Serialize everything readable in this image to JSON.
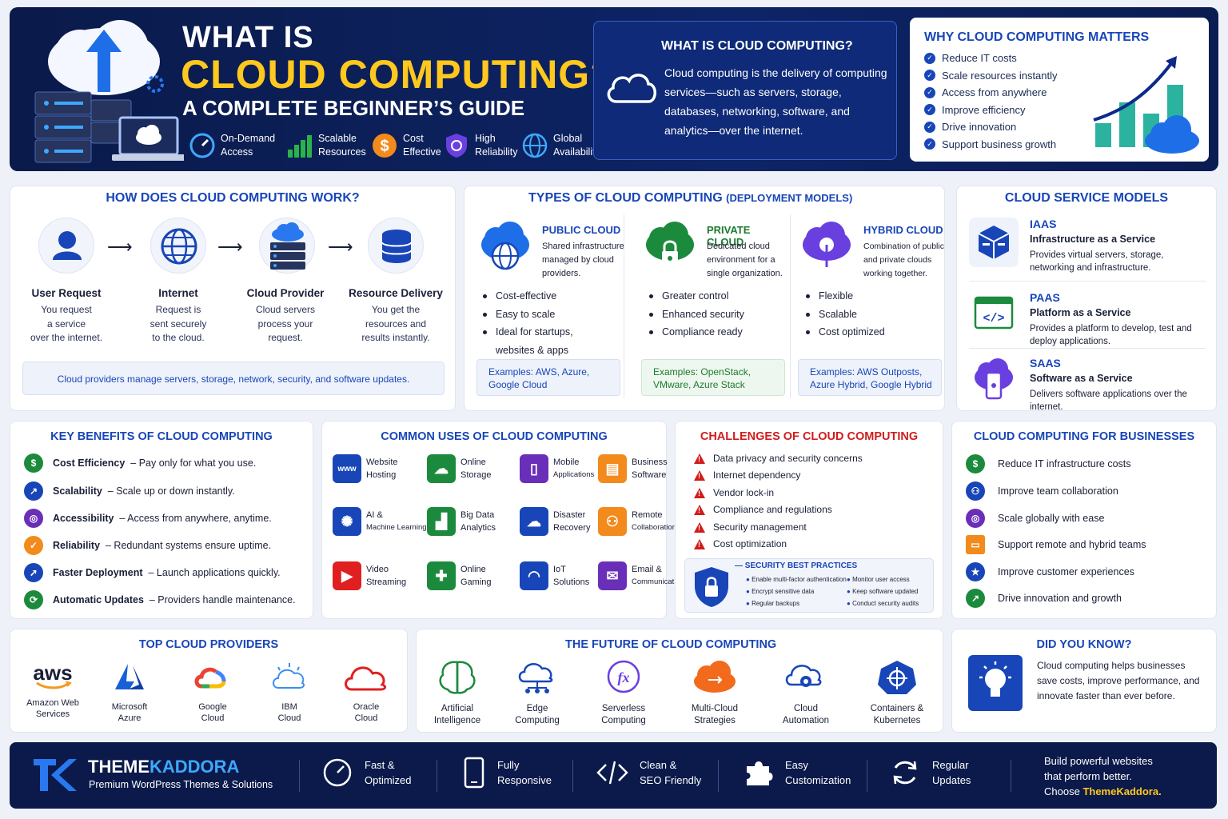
{
  "hero": {
    "title_line1": "WHAT IS",
    "title_line2": "CLOUD COMPUTING?",
    "subtitle": "A COMPLETE BEGINNER’S GUIDE",
    "features": [
      {
        "l1": "On-Demand",
        "l2": "Access",
        "icon": "speedometer-icon"
      },
      {
        "l1": "Scalable",
        "l2": "Resources",
        "icon": "bar-chart-icon"
      },
      {
        "l1": "Cost",
        "l2": "Effective",
        "icon": "dollar-icon"
      },
      {
        "l1": "High",
        "l2": "Reliability",
        "icon": "shield-icon"
      },
      {
        "l1": "Global",
        "l2": "Availability",
        "icon": "globe-icon"
      }
    ],
    "what_title": "WHAT IS CLOUD COMPUTING?",
    "what_text": "Cloud computing is the delivery of computing services—such as servers, storage, databases, networking, software, and analytics—over the internet.",
    "why_title": "WHY CLOUD COMPUTING MATTERS",
    "why_items": [
      "Reduce IT costs",
      "Scale resources instantly",
      "Access from anywhere",
      "Improve efficiency",
      "Drive innovation",
      "Support business growth"
    ]
  },
  "how": {
    "title": "HOW DOES CLOUD COMPUTING WORK?",
    "steps": [
      {
        "title": "User Request",
        "l1": "You request",
        "l2": "a service",
        "l3": "over the internet."
      },
      {
        "title": "Internet",
        "l1": "Request is",
        "l2": "sent securely",
        "l3": "to the cloud."
      },
      {
        "title": "Cloud Provider",
        "l1": "Cloud servers",
        "l2": "process your",
        "l3": "request."
      },
      {
        "title": "Resource Delivery",
        "l1": "You get the",
        "l2": "resources and",
        "l3": "results instantly."
      }
    ],
    "note": "Cloud providers manage servers, storage, network, security, and software updates."
  },
  "types": {
    "title": "TYPES OF CLOUD COMPUTING",
    "title_suffix": "(DEPLOYMENT MODELS)",
    "models": [
      {
        "name": "PUBLIC CLOUD",
        "desc": "Shared infrastructure managed by cloud providers.",
        "items": [
          "Cost-effective",
          "Easy to scale",
          "Ideal for startups, websites & apps"
        ],
        "examples": "Examples: AWS, Azure, Google Cloud",
        "color": "#1846b8"
      },
      {
        "name": "PRIVATE CLOUD",
        "desc": "Dedicated cloud environment for a single organization.",
        "items": [
          "Greater control",
          "Enhanced security",
          "Compliance ready"
        ],
        "examples": "Examples: OpenStack, VMware, Azure Stack",
        "color": "#1c7a2e"
      },
      {
        "name": "HYBRID CLOUD",
        "desc": "Combination of public and private clouds working together.",
        "items": [
          "Flexible",
          "Scalable",
          "Cost optimized"
        ],
        "examples": "Examples: AWS Outposts, Azure Hybrid, Google Hybrid",
        "color": "#1846b8"
      }
    ]
  },
  "service": {
    "title": "CLOUD SERVICE MODELS",
    "models": [
      {
        "name": "IAAS",
        "full": "Infrastructure as a Service",
        "desc": "Provides virtual servers, storage, networking and infrastructure."
      },
      {
        "name": "PAAS",
        "full": "Platform as a Service",
        "desc": "Provides a platform to develop, test and deploy applications."
      },
      {
        "name": "SAAS",
        "full": "Software as a Service",
        "desc": "Delivers software applications over the internet."
      }
    ]
  },
  "benefits": {
    "title": "KEY BENEFITS OF CLOUD COMPUTING",
    "items": [
      {
        "name": "Cost Efficiency",
        "desc": "– Pay only for what you use.",
        "color": "#1c8a3c"
      },
      {
        "name": "Scalability",
        "desc": "– Scale up or down instantly.",
        "color": "#1846b8"
      },
      {
        "name": "Accessibility",
        "desc": "– Access from anywhere, anytime.",
        "color": "#6a2fb8"
      },
      {
        "name": "Reliability",
        "desc": "– Redundant systems ensure uptime.",
        "color": "#f28a1c"
      },
      {
        "name": "Faster Deployment",
        "desc": "– Launch applications quickly.",
        "color": "#1846b8"
      },
      {
        "name": "Automatic Updates",
        "desc": "– Providers handle maintenance.",
        "color": "#1c8a3c"
      }
    ]
  },
  "uses": {
    "title": "COMMON USES OF CLOUD COMPUTING",
    "items": [
      {
        "l1": "Website",
        "l2": "Hosting",
        "icon": "www-icon",
        "color": "#1846b8"
      },
      {
        "l1": "Online",
        "l2": "Storage",
        "icon": "cloud-upload-icon",
        "color": "#1c8a3c"
      },
      {
        "l1": "Mobile",
        "l2": "Applications",
        "icon": "mobile-icon",
        "color": "#6a2fb8"
      },
      {
        "l1": "Business",
        "l2": "Software",
        "icon": "document-icon",
        "color": "#f28a1c"
      },
      {
        "l1": "AI &",
        "l2": "Machine Learning",
        "icon": "brain-icon",
        "color": "#1846b8"
      },
      {
        "l1": "Big Data",
        "l2": "Analytics",
        "icon": "chart-icon",
        "color": "#1c8a3c"
      },
      {
        "l1": "Disaster",
        "l2": "Recovery",
        "icon": "cloud-refresh-icon",
        "color": "#1846b8"
      },
      {
        "l1": "Remote",
        "l2": "Collaboration",
        "icon": "team-icon",
        "color": "#f28a1c"
      },
      {
        "l1": "Video",
        "l2": "Streaming",
        "icon": "play-icon",
        "color": "#e02020"
      },
      {
        "l1": "Online",
        "l2": "Gaming",
        "icon": "gamepad-icon",
        "color": "#1c8a3c"
      },
      {
        "l1": "IoT",
        "l2": "Solutions",
        "icon": "wifi-icon",
        "color": "#1846b8"
      },
      {
        "l1": "Email &",
        "l2": "Communication",
        "icon": "email-icon",
        "color": "#6a2fb8"
      }
    ]
  },
  "challenges": {
    "title": "CHALLENGES OF CLOUD COMPUTING",
    "items": [
      "Data privacy and security concerns",
      "Internet dependency",
      "Vendor lock-in",
      "Compliance and regulations",
      "Security management",
      "Cost optimization"
    ],
    "best_title": "SECURITY BEST PRACTICES",
    "best_left": [
      "Enable multi-factor authentication",
      "Encrypt sensitive data",
      "Regular backups"
    ],
    "best_right": [
      "Monitor user access",
      "Keep software updated",
      "Conduct security audits"
    ]
  },
  "business": {
    "title": "CLOUD COMPUTING FOR BUSINESSES",
    "items": [
      {
        "text": "Reduce IT infrastructure costs",
        "color": "#1c8a3c"
      },
      {
        "text": "Improve team collaboration",
        "color": "#1846b8"
      },
      {
        "text": "Scale globally with ease",
        "color": "#6a2fb8"
      },
      {
        "text": "Support remote and hybrid teams",
        "color": "#f28a1c"
      },
      {
        "text": "Improve customer experiences",
        "color": "#1846b8"
      },
      {
        "text": "Drive innovation and growth",
        "color": "#1c8a3c"
      }
    ]
  },
  "providers": {
    "title": "TOP CLOUD PROVIDERS",
    "items": [
      {
        "l1": "Amazon Web",
        "l2": "Services",
        "logo": "aws"
      },
      {
        "l1": "Microsoft",
        "l2": "Azure"
      },
      {
        "l1": "Google",
        "l2": "Cloud"
      },
      {
        "l1": "IBM",
        "l2": "Cloud"
      },
      {
        "l1": "Oracle",
        "l2": "Cloud"
      }
    ]
  },
  "future": {
    "title": "THE FUTURE OF CLOUD COMPUTING",
    "items": [
      {
        "l1": "Artificial",
        "l2": "Intelligence"
      },
      {
        "l1": "Edge",
        "l2": "Computing"
      },
      {
        "l1": "Serverless",
        "l2": "Computing",
        "glyph": "fx"
      },
      {
        "l1": "Multi-Cloud",
        "l2": "Strategies"
      },
      {
        "l1": "Cloud",
        "l2": "Automation"
      },
      {
        "l1": "Containers &",
        "l2": "Kubernetes"
      }
    ]
  },
  "didyouknow": {
    "title": "DID YOU KNOW?",
    "text": "Cloud computing helps businesses save costs, improve performance, and innovate faster than ever before."
  },
  "footer": {
    "brand_a": "THEME",
    "brand_b": "KADDORA",
    "tagline": "Premium WordPress Themes & Solutions",
    "features": [
      {
        "l1": "Fast &",
        "l2": "Optimized"
      },
      {
        "l1": "Fully",
        "l2": "Responsive"
      },
      {
        "l1": "Clean &",
        "l2": "SEO Friendly"
      },
      {
        "l1": "Easy",
        "l2": "Customization"
      },
      {
        "l1": "Regular",
        "l2": "Updates"
      }
    ],
    "cta_l1": "Build powerful websites",
    "cta_l2": "that perform better.",
    "cta_l3": "Choose",
    "cta_brand": "ThemeKaddora."
  }
}
